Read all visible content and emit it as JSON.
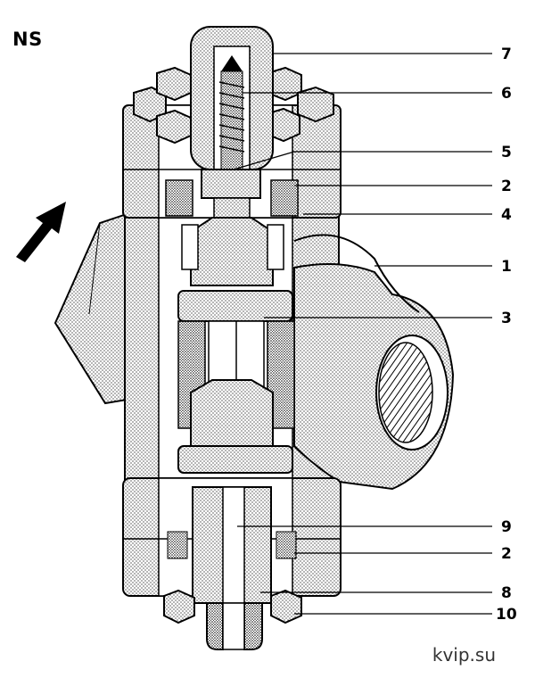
{
  "title": "NS",
  "watermark": "kvip.su",
  "callouts": [
    {
      "label": "7"
    },
    {
      "label": "6"
    },
    {
      "label": "5"
    },
    {
      "label": "2"
    },
    {
      "label": "4"
    },
    {
      "label": "1"
    },
    {
      "label": "3"
    },
    {
      "label": "9"
    },
    {
      "label": "2"
    },
    {
      "label": "8"
    },
    {
      "label": "10"
    }
  ]
}
